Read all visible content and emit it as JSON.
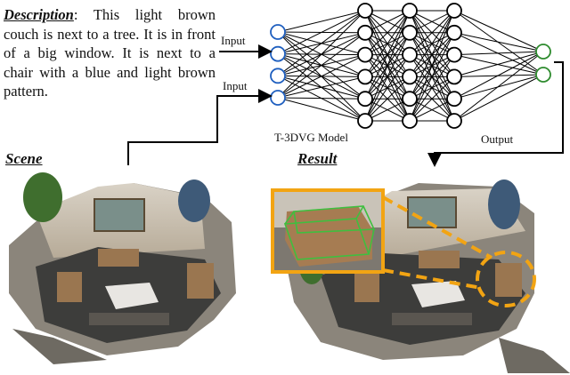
{
  "description": {
    "label": "Description",
    "text": ": This light brown couch is next to a tree. It is in front of a big window. It is next to a chair with a blue and light brown pattern."
  },
  "inputs": [
    "Input",
    "Input"
  ],
  "model_label": "T-3DVG Model",
  "output_label": "Output",
  "scene_label": "Scene",
  "result_label": "Result",
  "network": {
    "layers": [
      4,
      6,
      6,
      6,
      2
    ],
    "input_color": "#1f5fbf",
    "output_color": "#2e8b2e",
    "hidden_color": "#000000"
  },
  "colors": {
    "highlight": "#f2a413",
    "bbox": "#3fbf3f"
  }
}
